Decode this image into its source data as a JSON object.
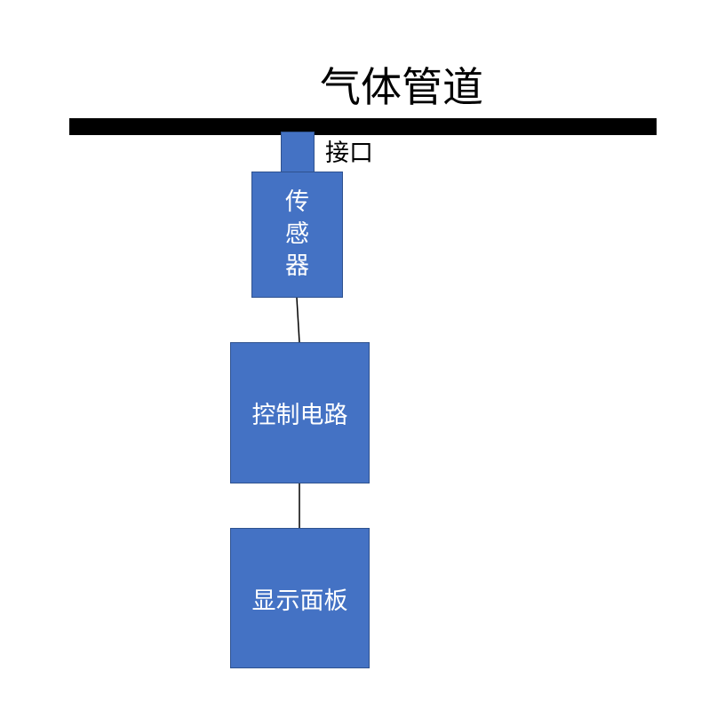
{
  "diagram": {
    "title": "气体管道",
    "port_label": "接口",
    "sensor_label": "传感器",
    "control_label": "控制电路",
    "display_label": "显示面板",
    "colors": {
      "box_fill": "#4472c4",
      "box_border": "#2f528f",
      "pipe": "#000000",
      "box_text": "#ffffff"
    }
  }
}
